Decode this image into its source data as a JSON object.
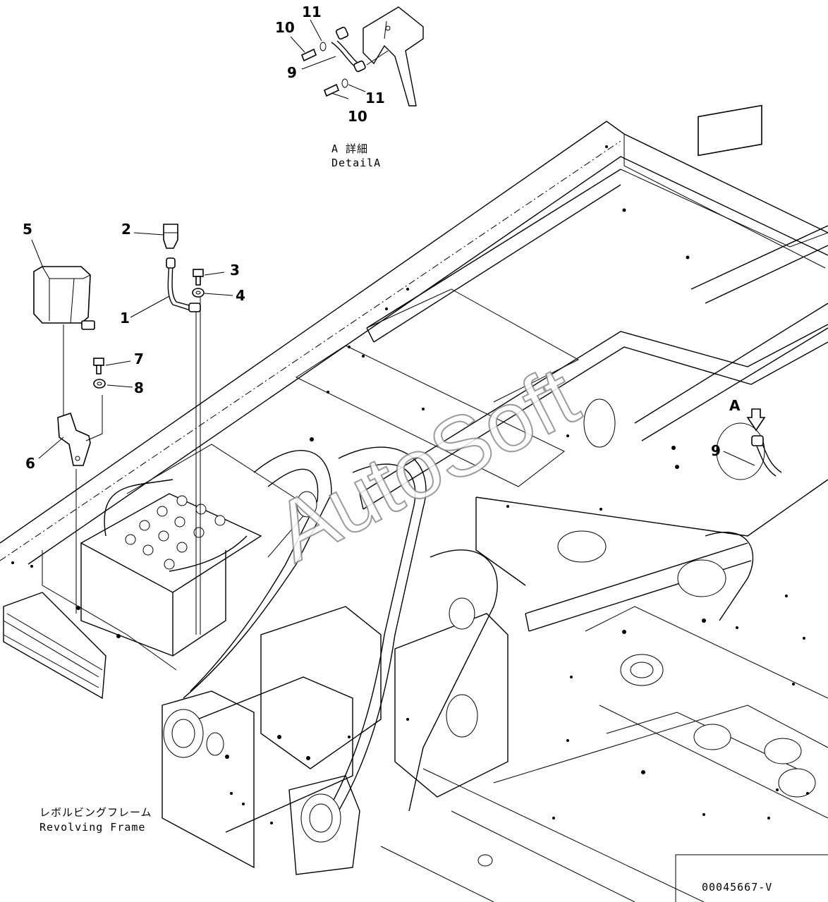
{
  "detail": {
    "title_ja": "A 詳細",
    "title_en": "DetailA"
  },
  "frame_label": {
    "ja": "レボルビングフレーム",
    "en": "Revolving Frame"
  },
  "view_marker": "A",
  "part_callouts": {
    "c1": "1",
    "c2": "2",
    "c3": "3",
    "c4": "4",
    "c5": "5",
    "c6": "6",
    "c7": "7",
    "c8": "8",
    "c9_main": "9",
    "c9_detail": "9",
    "c10_top": "10",
    "c10_bottom": "10",
    "c11_top": "11",
    "c11_bottom": "11"
  },
  "drawing_number": "00045667-V",
  "watermark": "AutoSoft"
}
